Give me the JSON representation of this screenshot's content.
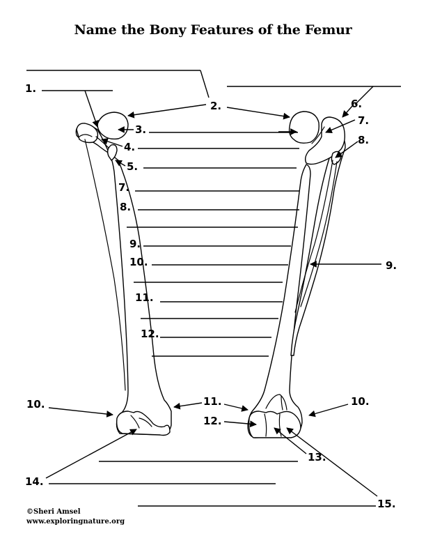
{
  "title": "Name the Bony Features of the Femur",
  "labels": {
    "n1": "1.",
    "n2": "2.",
    "n3": "3.",
    "n4": "4.",
    "n5": "5.",
    "n6": "6.",
    "n7_left": "7.",
    "n7_right": "7.",
    "n8_left": "8.",
    "n8_right": "8.",
    "n9_left": "9.",
    "n9_right": "9.",
    "n10_mid": "10.",
    "n10_left": "10.",
    "n10_right": "10.",
    "n11_mid": "11.",
    "n11_bottom": "11.",
    "n12_mid": "12.",
    "n12_bottom": "12.",
    "n13": "13.",
    "n14": "14.",
    "n15": "15."
  },
  "credit": {
    "author": "©Sheri Amsel",
    "website": "www.exploringnature.org"
  }
}
